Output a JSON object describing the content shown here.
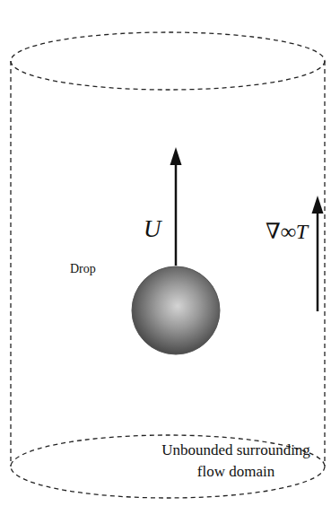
{
  "diagram": {
    "nodes": [
      {
        "text": [
          "Unbounded surrounding flow domain"
        ]
      },
      {
        "text": [
          "Drop"
        ],
        "in": 0
      }
    ],
    "labels": [
      "U",
      "∇∞T"
    ]
  }
}
